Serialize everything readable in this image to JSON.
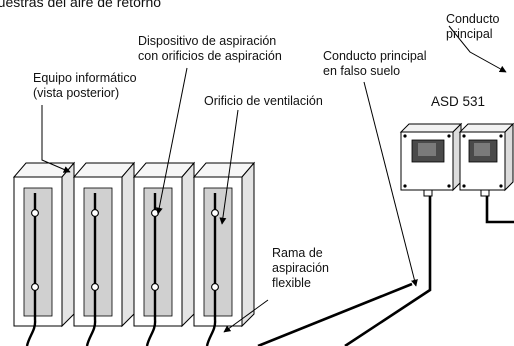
{
  "header": {
    "fragment": "Muestras del aire de retorno"
  },
  "labels": {
    "conducto_principal": "Conducto\nprincipal",
    "conducto_falso_suelo": "Conducto principal\nen falso suelo",
    "dispositivo": "Dispositivo de aspiración\ncon orificios de aspiración",
    "equipo": "Equipo informático\n(vista posterior)",
    "orificio": "Orificio de ventilación",
    "rama": "Rama de\naspiración\nflexible",
    "asd": "ASD 531"
  },
  "colors": {
    "panel": "#d0d0d0",
    "cabinet_side": "#e4e4e4",
    "detector_screen": "#4a4a4a",
    "line": "#000000"
  }
}
